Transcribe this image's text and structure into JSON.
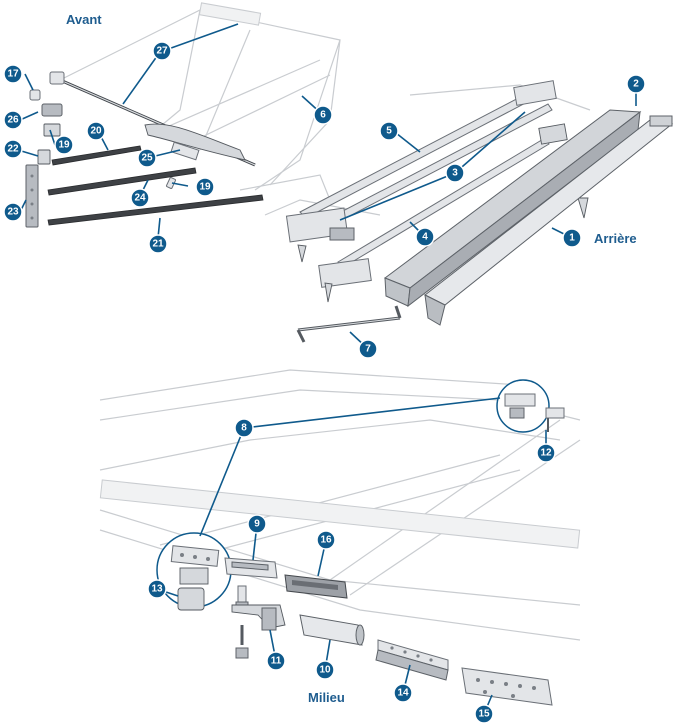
{
  "labels": {
    "front": "Avant",
    "rear": "Arrière",
    "middle": "Milieu"
  },
  "colors": {
    "callout": "#0f5a8c",
    "label": "#1f5d8f"
  },
  "callouts": [
    "1",
    "2",
    "3",
    "4",
    "5",
    "6",
    "7",
    "8",
    "9",
    "10",
    "11",
    "12",
    "13",
    "14",
    "15",
    "16",
    "17",
    "19",
    "20",
    "21",
    "22",
    "23",
    "24",
    "25",
    "26",
    "27"
  ]
}
